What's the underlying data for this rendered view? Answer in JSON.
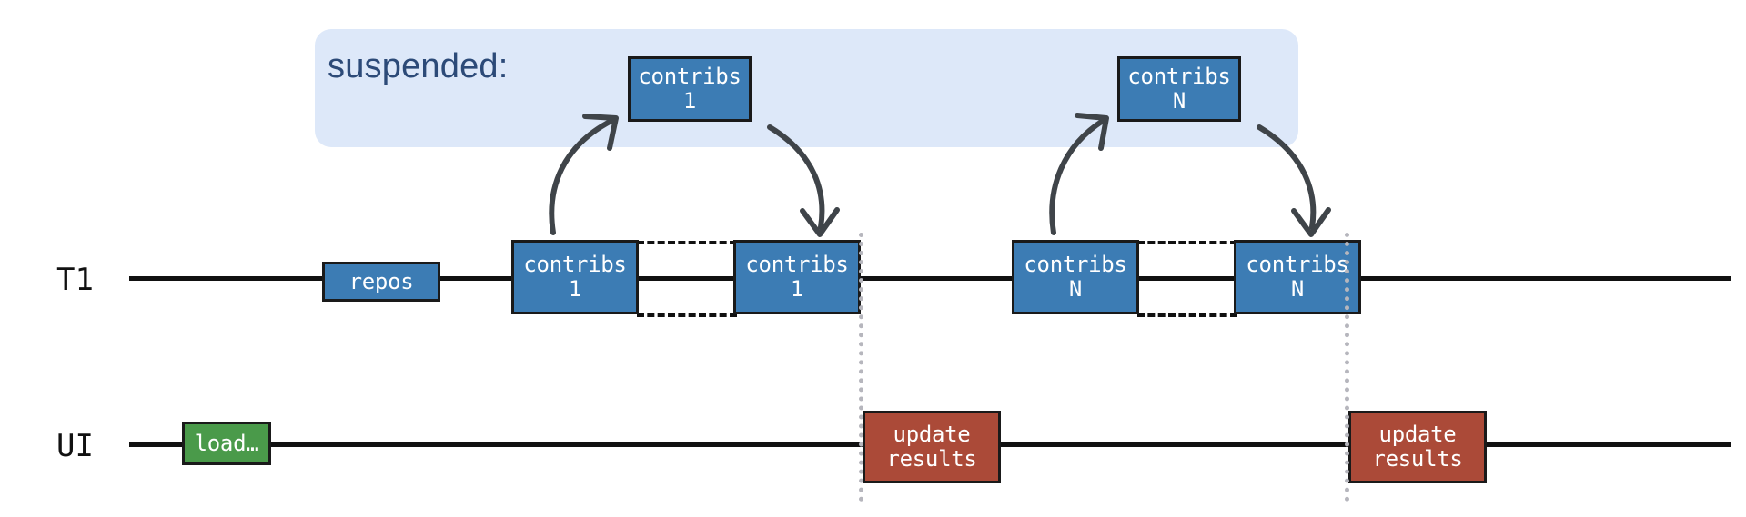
{
  "diagram": {
    "title_label": "suspended:",
    "lanes": [
      {
        "id": "t1",
        "label": "T1"
      },
      {
        "id": "ui",
        "label": "UI"
      }
    ],
    "suspended_boxes": [
      {
        "name": "suspended-contribs-1",
        "line1": "contribs",
        "line2": "1",
        "color": "#3c7cb4"
      },
      {
        "name": "suspended-contribs-n",
        "line1": "contribs",
        "line2": "N",
        "color": "#3c7cb4"
      }
    ],
    "t1_boxes": [
      {
        "name": "t1-repos",
        "line1": "repos",
        "line2": "",
        "color": "#3c7cb4"
      },
      {
        "name": "t1-contribs-1a",
        "line1": "contribs",
        "line2": "1",
        "color": "#3c7cb4"
      },
      {
        "name": "t1-contribs-1b",
        "line1": "contribs",
        "line2": "1",
        "color": "#3c7cb4"
      },
      {
        "name": "t1-contribs-na",
        "line1": "contribs",
        "line2": "N",
        "color": "#3c7cb4"
      },
      {
        "name": "t1-contribs-nb",
        "line1": "contribs",
        "line2": "N",
        "color": "#3c7cb4"
      }
    ],
    "ui_boxes": [
      {
        "name": "ui-load",
        "line1": "load…",
        "line2": "",
        "color": "#4a9a4a"
      },
      {
        "name": "ui-update-results-1",
        "line1": "update",
        "line2": "results",
        "color": "#ab4a38"
      },
      {
        "name": "ui-update-results-2",
        "line1": "update",
        "line2": "results",
        "color": "#ab4a38"
      }
    ],
    "colors": {
      "band": "#dde8f9",
      "band_text": "#2c4a78",
      "blue": "#3c7cb4",
      "green": "#4a9a4a",
      "red": "#ab4a38",
      "line": "#111111",
      "sync_dotted": "#b6b6bd",
      "arrow": "#3f4449"
    },
    "sync_markers": [
      {
        "name": "sync-line-1"
      },
      {
        "name": "sync-line-2"
      }
    ],
    "arrows": [
      {
        "name": "arrow-suspend-1",
        "direction": "up"
      },
      {
        "name": "arrow-resume-1",
        "direction": "down"
      },
      {
        "name": "arrow-suspend-n",
        "direction": "up"
      },
      {
        "name": "arrow-resume-n",
        "direction": "down"
      }
    ]
  }
}
